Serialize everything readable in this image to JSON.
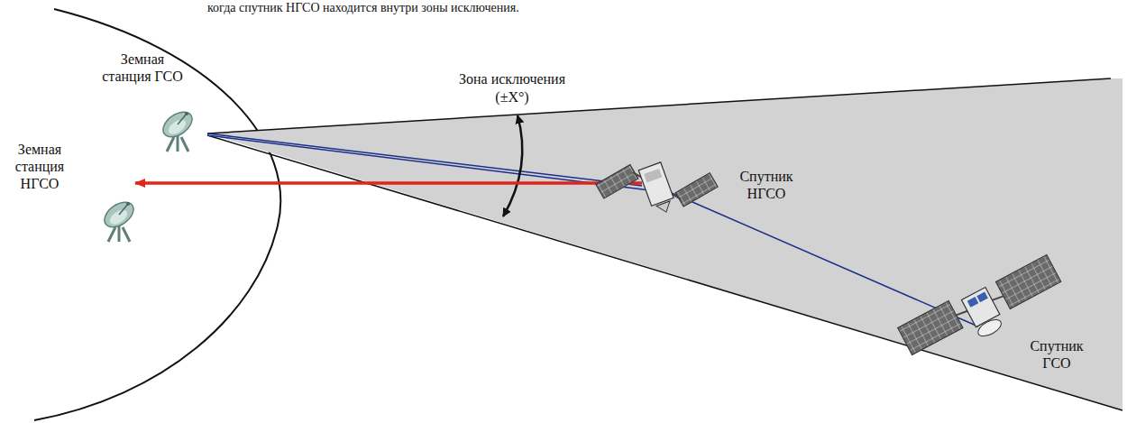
{
  "diagram": {
    "labels": [
      "когда спутник НГСО находится внутри зоны исключения.",
      "Земная станция ГСО",
      "Зона исключения",
      "(±X°)",
      "Земная станция НГСО",
      "Спутник НГСО",
      "Спутник ГСО"
    ]
  }
}
